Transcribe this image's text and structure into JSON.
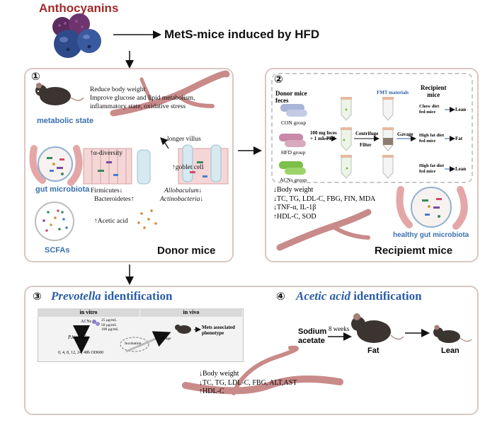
{
  "top": {
    "anthocyanins_label": "Anthocyanins",
    "mets_label": "MetS-mice induced by HFD"
  },
  "panel1": {
    "number": "①",
    "metabolic_state": "metabolic state",
    "effects": "Reduce body weight\nImprove glucose and lipid metabolism,\ninflammatory state, oxidative stress",
    "gut_microbiota": "gut microbiota",
    "longer_villus": "longer villus",
    "alpha_diversity": "α-diversity",
    "goblet_cell": "goblet cell",
    "firmicutes": "Firmicutes",
    "bacteroidetes": "Bacteroidetes",
    "allobaculum": "Allobaculum",
    "actinobacteria": "Actinobacteria",
    "acetic_acid": "Acetic acid",
    "scfas": "SCFAs",
    "title": "Donor mice"
  },
  "panel2": {
    "number": "②",
    "donor_feces": "Donor mice\nfeces",
    "con_group": "CON group",
    "hfd_group": "HFD group",
    "acns_group": "ACNs group",
    "feces_pbs": "100 mg feces\n+ 1 mL PBS",
    "centrifuge": "Centrifuge",
    "filter": "Filter",
    "fmt_materials": "FMT materials",
    "gavage": "Gavage",
    "recipient_mice": "Recipient\nmice",
    "chow_diet": "Chow diet\nfed mice",
    "lean": "Lean",
    "high_fat_1": "High fat diet\nfed mice",
    "fat": "Fat",
    "high_fat_2": "High fat diet\nfed mice",
    "lean2": "Lean",
    "outcomes": [
      "Body weight",
      "TC, TG, LDL-C, FBG, FIN, MDA",
      "TNF-α, IL-1β",
      "HDL-C, SOD"
    ],
    "outcome_arrows": [
      "↓",
      "↓",
      "↓",
      "↑"
    ],
    "healthy_gut": "healthy gut microbiota",
    "title": "Recipiemt mice"
  },
  "panel3": {
    "number": "③",
    "title_italic": "Prevotella",
    "title_rest": " identification",
    "in_vitro": "in vitro",
    "in_vivo": "in vivo",
    "acns": "ACNs",
    "doses": "25 μg/mL\n50 μg/mL\n100 μg/mL",
    "p_histicola": "P.histicola",
    "timepoints": "0, 4, 8, 12, 24, 48h OD600",
    "incubation": "Incubation",
    "gavage": "gavage",
    "mets_phenotype": "Mets associated\nphenotype",
    "outcomes": [
      "Body weight",
      "TC, TG, LDL-C, FBG, ALT,AST",
      "HDL-C"
    ],
    "outcome_arrows": [
      "↓",
      "↓",
      "↑"
    ]
  },
  "panel4": {
    "number": "④",
    "title_italic": "Acetic acid",
    "title_rest": "  identification",
    "sodium_acetate": "Sodium\nacetate",
    "weeks": "8 weeks",
    "fat": "Fat",
    "lean": "Lean"
  },
  "colors": {
    "title_red": "#a12a2a",
    "caption_blue": "#3a6fb0",
    "panel_border": "#d9c7c2"
  }
}
